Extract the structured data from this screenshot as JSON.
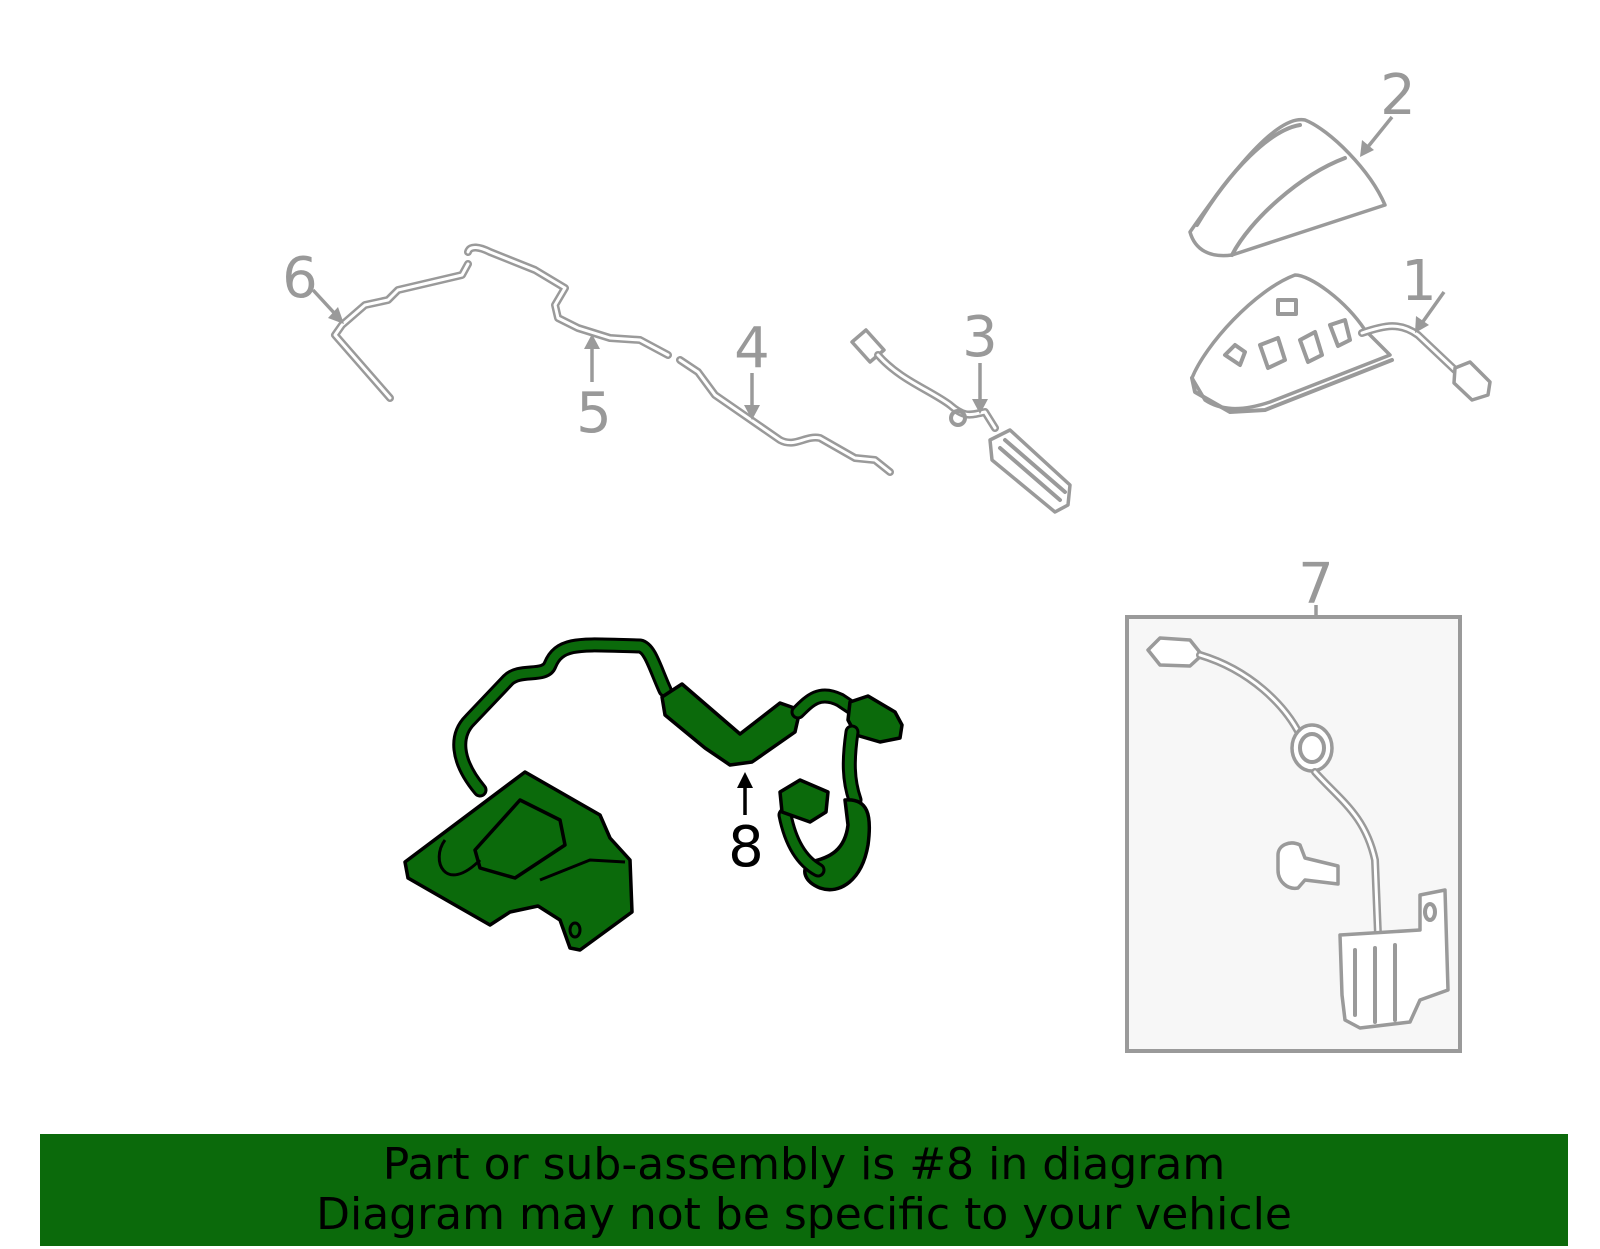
{
  "callouts": {
    "c1": "1",
    "c2": "2",
    "c3": "3",
    "c4": "4",
    "c5": "5",
    "c6": "6",
    "c7": "7",
    "c8": "8"
  },
  "banner": {
    "line1": "Part or sub-assembly is #8 in diagram",
    "line2": "Diagram may not be specific to your vehicle"
  },
  "colors": {
    "highlight": "#0b6a0b",
    "part_outline": "#9a9a9a",
    "box_fill": "#f7f7f7"
  }
}
